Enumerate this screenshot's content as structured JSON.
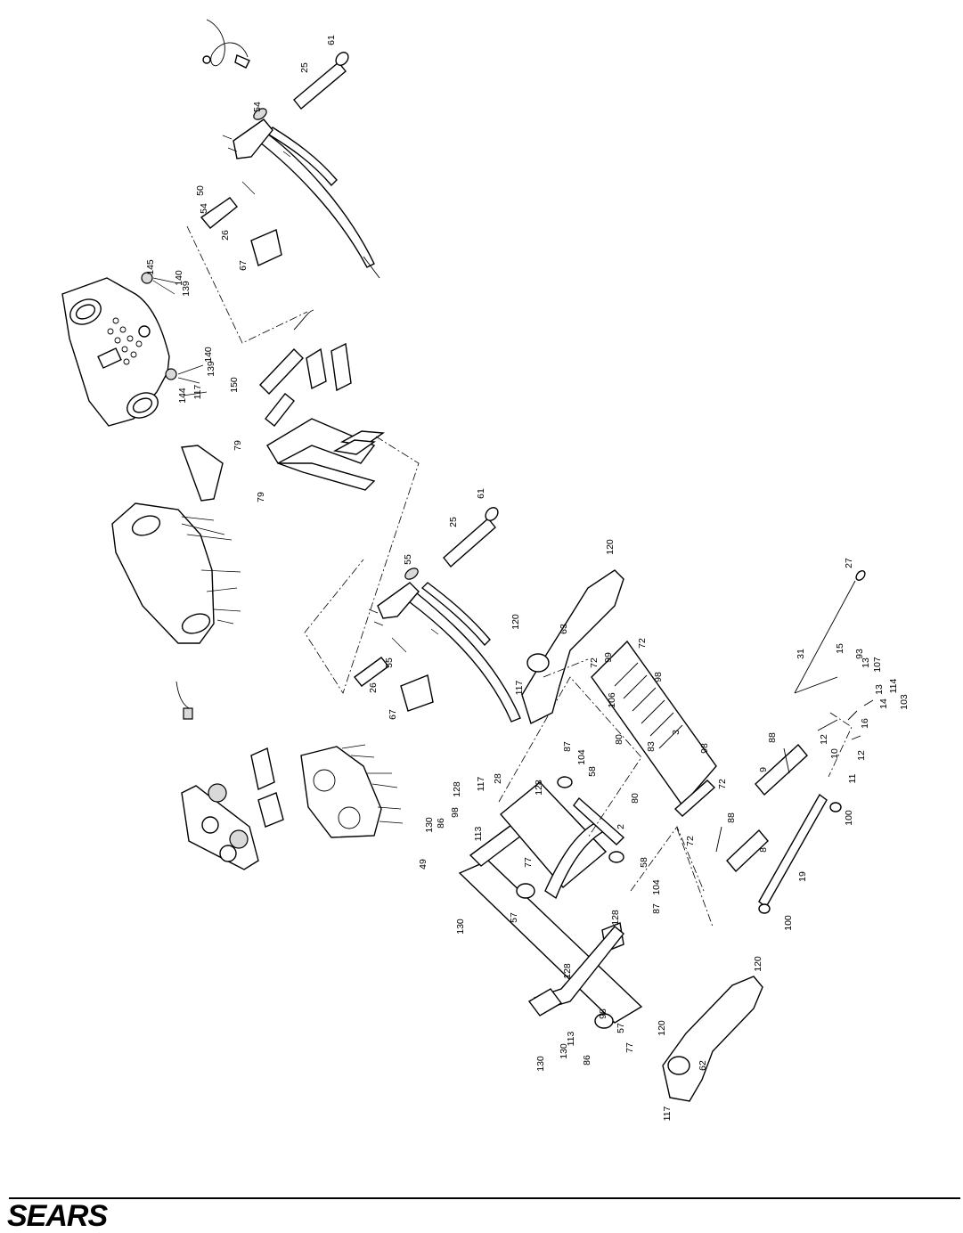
{
  "brand": {
    "logo_text": "SEARS"
  },
  "diagram": {
    "callouts": [
      {
        "id": "c61a",
        "label": "61"
      },
      {
        "id": "c25a",
        "label": "25"
      },
      {
        "id": "c54a",
        "label": "54"
      },
      {
        "id": "c50",
        "label": "50"
      },
      {
        "id": "c54b",
        "label": "54"
      },
      {
        "id": "c26a",
        "label": "26"
      },
      {
        "id": "c67a",
        "label": "67"
      },
      {
        "id": "c145",
        "label": "145"
      },
      {
        "id": "c140a",
        "label": "140"
      },
      {
        "id": "c139a",
        "label": "139"
      },
      {
        "id": "c140b",
        "label": "140"
      },
      {
        "id": "c139b",
        "label": "139"
      },
      {
        "id": "c144",
        "label": "144"
      },
      {
        "id": "c117a",
        "label": "117"
      },
      {
        "id": "c150",
        "label": "150"
      },
      {
        "id": "c79a",
        "label": "79"
      },
      {
        "id": "c79b",
        "label": "79"
      },
      {
        "id": "c61b",
        "label": "61"
      },
      {
        "id": "c25b",
        "label": "25"
      },
      {
        "id": "c55a",
        "label": "55"
      },
      {
        "id": "c55b",
        "label": "55"
      },
      {
        "id": "c26b",
        "label": "26"
      },
      {
        "id": "c67b",
        "label": "67"
      },
      {
        "id": "c120a",
        "label": "120"
      },
      {
        "id": "c120b",
        "label": "120"
      },
      {
        "id": "c63",
        "label": "63"
      },
      {
        "id": "c117b",
        "label": "117"
      },
      {
        "id": "c27",
        "label": "27"
      },
      {
        "id": "c31",
        "label": "31"
      },
      {
        "id": "c15",
        "label": "15"
      },
      {
        "id": "c93",
        "label": "93"
      },
      {
        "id": "c13a",
        "label": "13"
      },
      {
        "id": "c107",
        "label": "107"
      },
      {
        "id": "c13b",
        "label": "13"
      },
      {
        "id": "c114",
        "label": "114"
      },
      {
        "id": "c14",
        "label": "14"
      },
      {
        "id": "c103",
        "label": "103"
      },
      {
        "id": "c16",
        "label": "16"
      },
      {
        "id": "c12a",
        "label": "12"
      },
      {
        "id": "c10",
        "label": "10"
      },
      {
        "id": "c12b",
        "label": "12"
      },
      {
        "id": "c11",
        "label": "11"
      },
      {
        "id": "c88a",
        "label": "88"
      },
      {
        "id": "c9",
        "label": "9"
      },
      {
        "id": "c100a",
        "label": "100"
      },
      {
        "id": "c88b",
        "label": "88"
      },
      {
        "id": "c8",
        "label": "8"
      },
      {
        "id": "c19",
        "label": "19"
      },
      {
        "id": "c100b",
        "label": "100"
      },
      {
        "id": "c72a",
        "label": "72"
      },
      {
        "id": "c99",
        "label": "99"
      },
      {
        "id": "c72b",
        "label": "72"
      },
      {
        "id": "c106",
        "label": "106"
      },
      {
        "id": "c98a",
        "label": "98"
      },
      {
        "id": "c80a",
        "label": "80"
      },
      {
        "id": "c83",
        "label": "83"
      },
      {
        "id": "c3",
        "label": "3"
      },
      {
        "id": "c98b",
        "label": "98"
      },
      {
        "id": "c72c",
        "label": "72"
      },
      {
        "id": "c80b",
        "label": "80"
      },
      {
        "id": "c72d",
        "label": "72"
      },
      {
        "id": "c87a",
        "label": "87"
      },
      {
        "id": "c104a",
        "label": "104"
      },
      {
        "id": "c58a",
        "label": "58"
      },
      {
        "id": "c2",
        "label": "2"
      },
      {
        "id": "c58b",
        "label": "58"
      },
      {
        "id": "c104b",
        "label": "104"
      },
      {
        "id": "c87b",
        "label": "87"
      },
      {
        "id": "c128a",
        "label": "128"
      },
      {
        "id": "c117c",
        "label": "117"
      },
      {
        "id": "c28",
        "label": "28"
      },
      {
        "id": "c128b",
        "label": "128"
      },
      {
        "id": "c130a",
        "label": "130"
      },
      {
        "id": "c86a",
        "label": "86"
      },
      {
        "id": "c98c",
        "label": "98"
      },
      {
        "id": "c113a",
        "label": "113"
      },
      {
        "id": "c49",
        "label": "49"
      },
      {
        "id": "c77a",
        "label": "77"
      },
      {
        "id": "c57a",
        "label": "57"
      },
      {
        "id": "c130b",
        "label": "130"
      },
      {
        "id": "c128c",
        "label": "128"
      },
      {
        "id": "c128d",
        "label": "128"
      },
      {
        "id": "c98d",
        "label": "98"
      },
      {
        "id": "c57b",
        "label": "57"
      },
      {
        "id": "c77b",
        "label": "77"
      },
      {
        "id": "c113b",
        "label": "113"
      },
      {
        "id": "c86b",
        "label": "86"
      },
      {
        "id": "c130c",
        "label": "130"
      },
      {
        "id": "c130d",
        "label": "130"
      },
      {
        "id": "c120c",
        "label": "120"
      },
      {
        "id": "c120d",
        "label": "120"
      },
      {
        "id": "c62",
        "label": "62"
      },
      {
        "id": "c117d",
        "label": "117"
      }
    ]
  }
}
